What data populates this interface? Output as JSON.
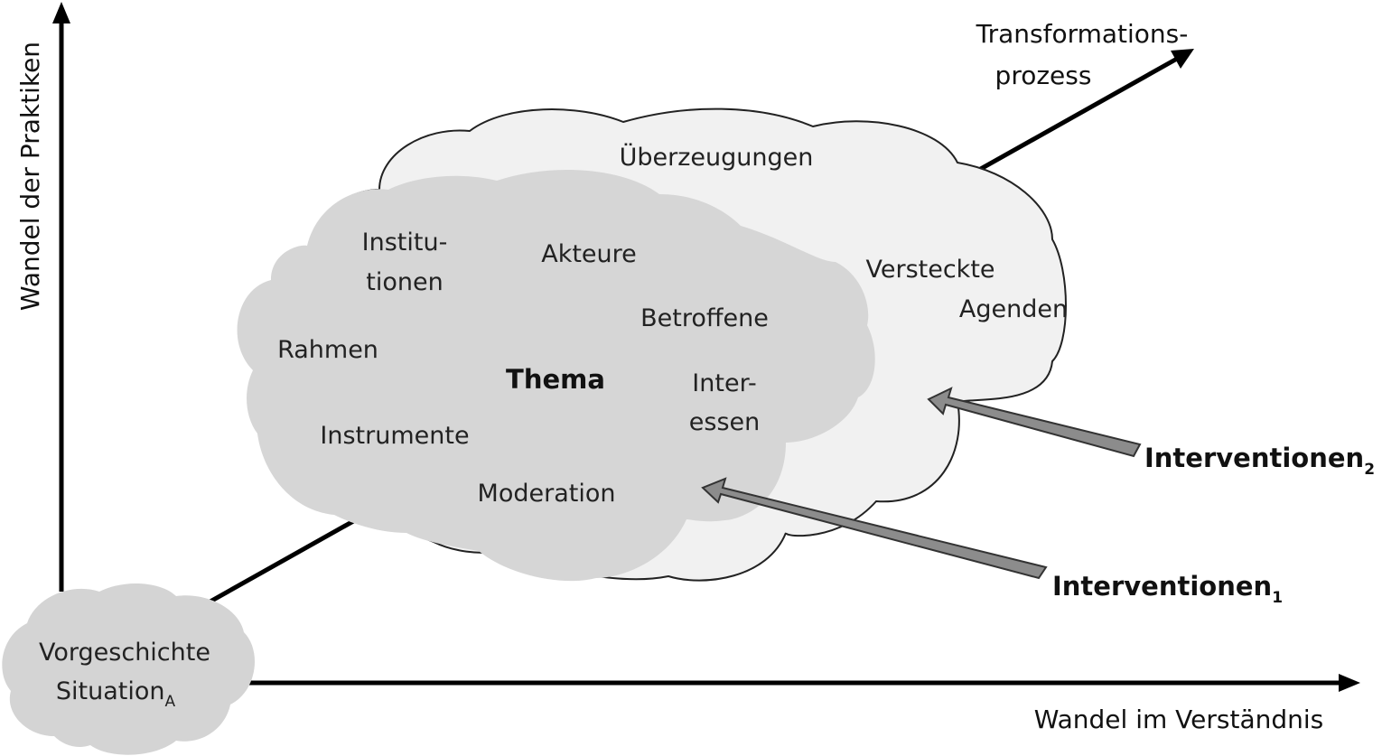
{
  "axes": {
    "y_label": "Wandel der Praktiken",
    "x_label": "Wandel im Verständnis",
    "diagonal_label_line1": "Transformations-",
    "diagonal_label_line2": "prozess"
  },
  "start_cloud": {
    "line1": "Vorgeschichte",
    "line2_main": "Situation",
    "line2_sub": "A"
  },
  "outer_cloud": {
    "top_label": "Überzeugungen",
    "hidden_line1": "Versteckte",
    "hidden_line2": "Agenden"
  },
  "inner_cloud": {
    "center": "Thema",
    "institutions_line1": "Institu-",
    "institutions_line2": "tionen",
    "actors": "Akteure",
    "affected": "Betroffene",
    "frame": "Rahmen",
    "interests_line1": "Inter-",
    "interests_line2": "essen",
    "instruments": "Instrumente",
    "moderation": "Moderation"
  },
  "interventions": {
    "first_main": "Interventionen",
    "first_sub": "1",
    "second_main": "Interventionen",
    "second_sub": "2"
  },
  "colors": {
    "outer_cloud_fill": "#f1f1f1",
    "inner_cloud_fill": "#d6d6d6",
    "start_cloud_fill": "#d4d4d4",
    "arrow_fill": "#8c8c8c",
    "axis_stroke": "#000000"
  }
}
